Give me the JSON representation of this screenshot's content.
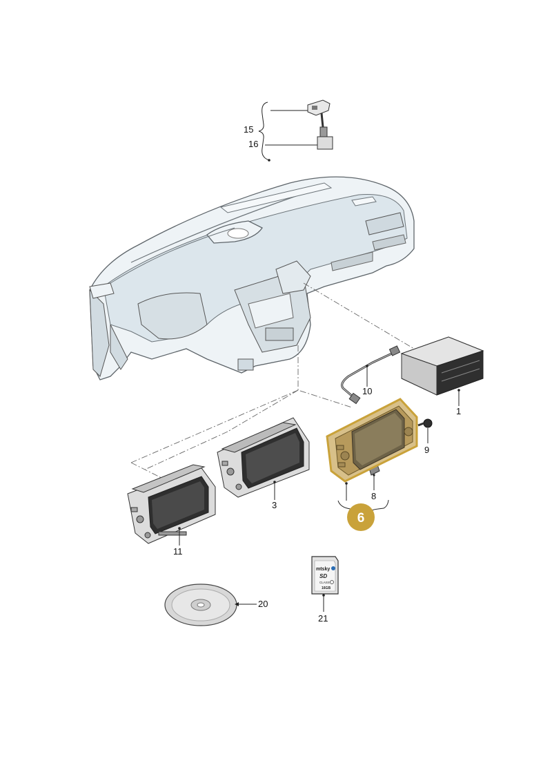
{
  "diagram": {
    "highlight_color": "#c9a23a",
    "callouts": [
      {
        "id": "15",
        "label": "15"
      },
      {
        "id": "16",
        "label": "16"
      },
      {
        "id": "10",
        "label": "10"
      },
      {
        "id": "1",
        "label": "1"
      },
      {
        "id": "9",
        "label": "9"
      },
      {
        "id": "8",
        "label": "8"
      },
      {
        "id": "6",
        "label": "6"
      },
      {
        "id": "3",
        "label": "3"
      },
      {
        "id": "11",
        "label": "11"
      },
      {
        "id": "20",
        "label": "20"
      },
      {
        "id": "21",
        "label": "21"
      }
    ],
    "sd_card": {
      "brand": "mtsky",
      "logo": "SD",
      "speed_class": "CLASS",
      "capacity": "16GB"
    }
  }
}
